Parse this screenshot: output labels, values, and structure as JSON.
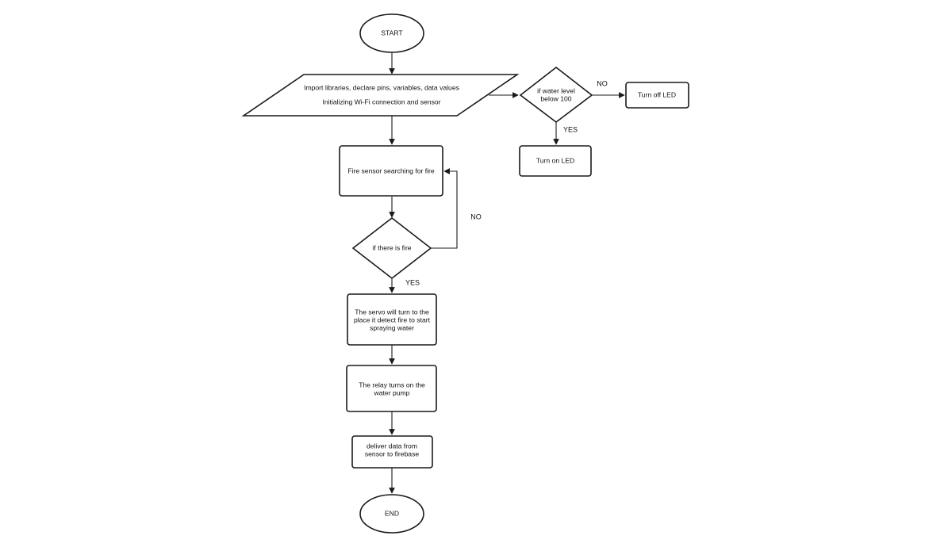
{
  "nodes": {
    "start": "START",
    "init": {
      "line1": "Import libraries, declare pins, variables, data values",
      "line2": "Initializing Wi-Fi connection and sensor"
    },
    "water_check": {
      "line1": "if water level",
      "line2": "below 100"
    },
    "turn_off_led": "Turn off LED",
    "turn_on_led": "Turn on LED",
    "fire_search": "Fire sensor searching for fire",
    "fire_check": "if there is fire",
    "servo": {
      "line1": "The servo will turn to the",
      "line2": "place it detect fire to start",
      "line3": "spraying water"
    },
    "relay": {
      "line1": "The relay turns on the",
      "line2": "water pump"
    },
    "deliver": {
      "line1": "deliver data from",
      "line2": "sensor to firebase"
    },
    "end": "END"
  },
  "branches": {
    "water_no": "NO",
    "water_yes": "YES",
    "fire_no": "NO",
    "fire_yes": "YES"
  }
}
